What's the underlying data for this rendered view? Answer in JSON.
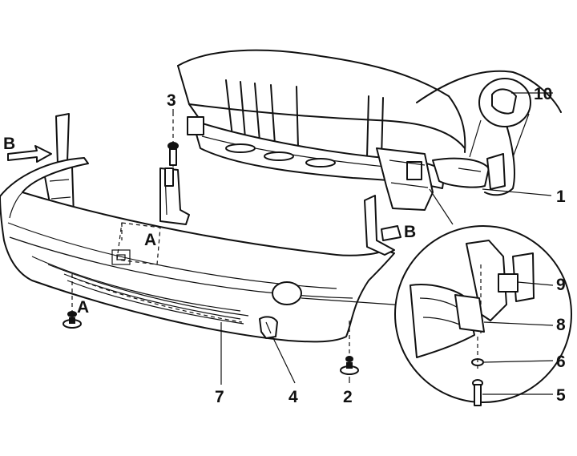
{
  "callouts": {
    "c1": "1",
    "c2": "2",
    "c3": "3",
    "c4": "4",
    "c5": "5",
    "c6": "6",
    "c7": "7",
    "c8": "8",
    "c9": "9",
    "c10": "10",
    "a_mount": "A",
    "a_fastener": "A",
    "b_left": "B",
    "b_right": "B"
  },
  "colors": {
    "ink": "#111111",
    "paper": "#ffffff"
  }
}
